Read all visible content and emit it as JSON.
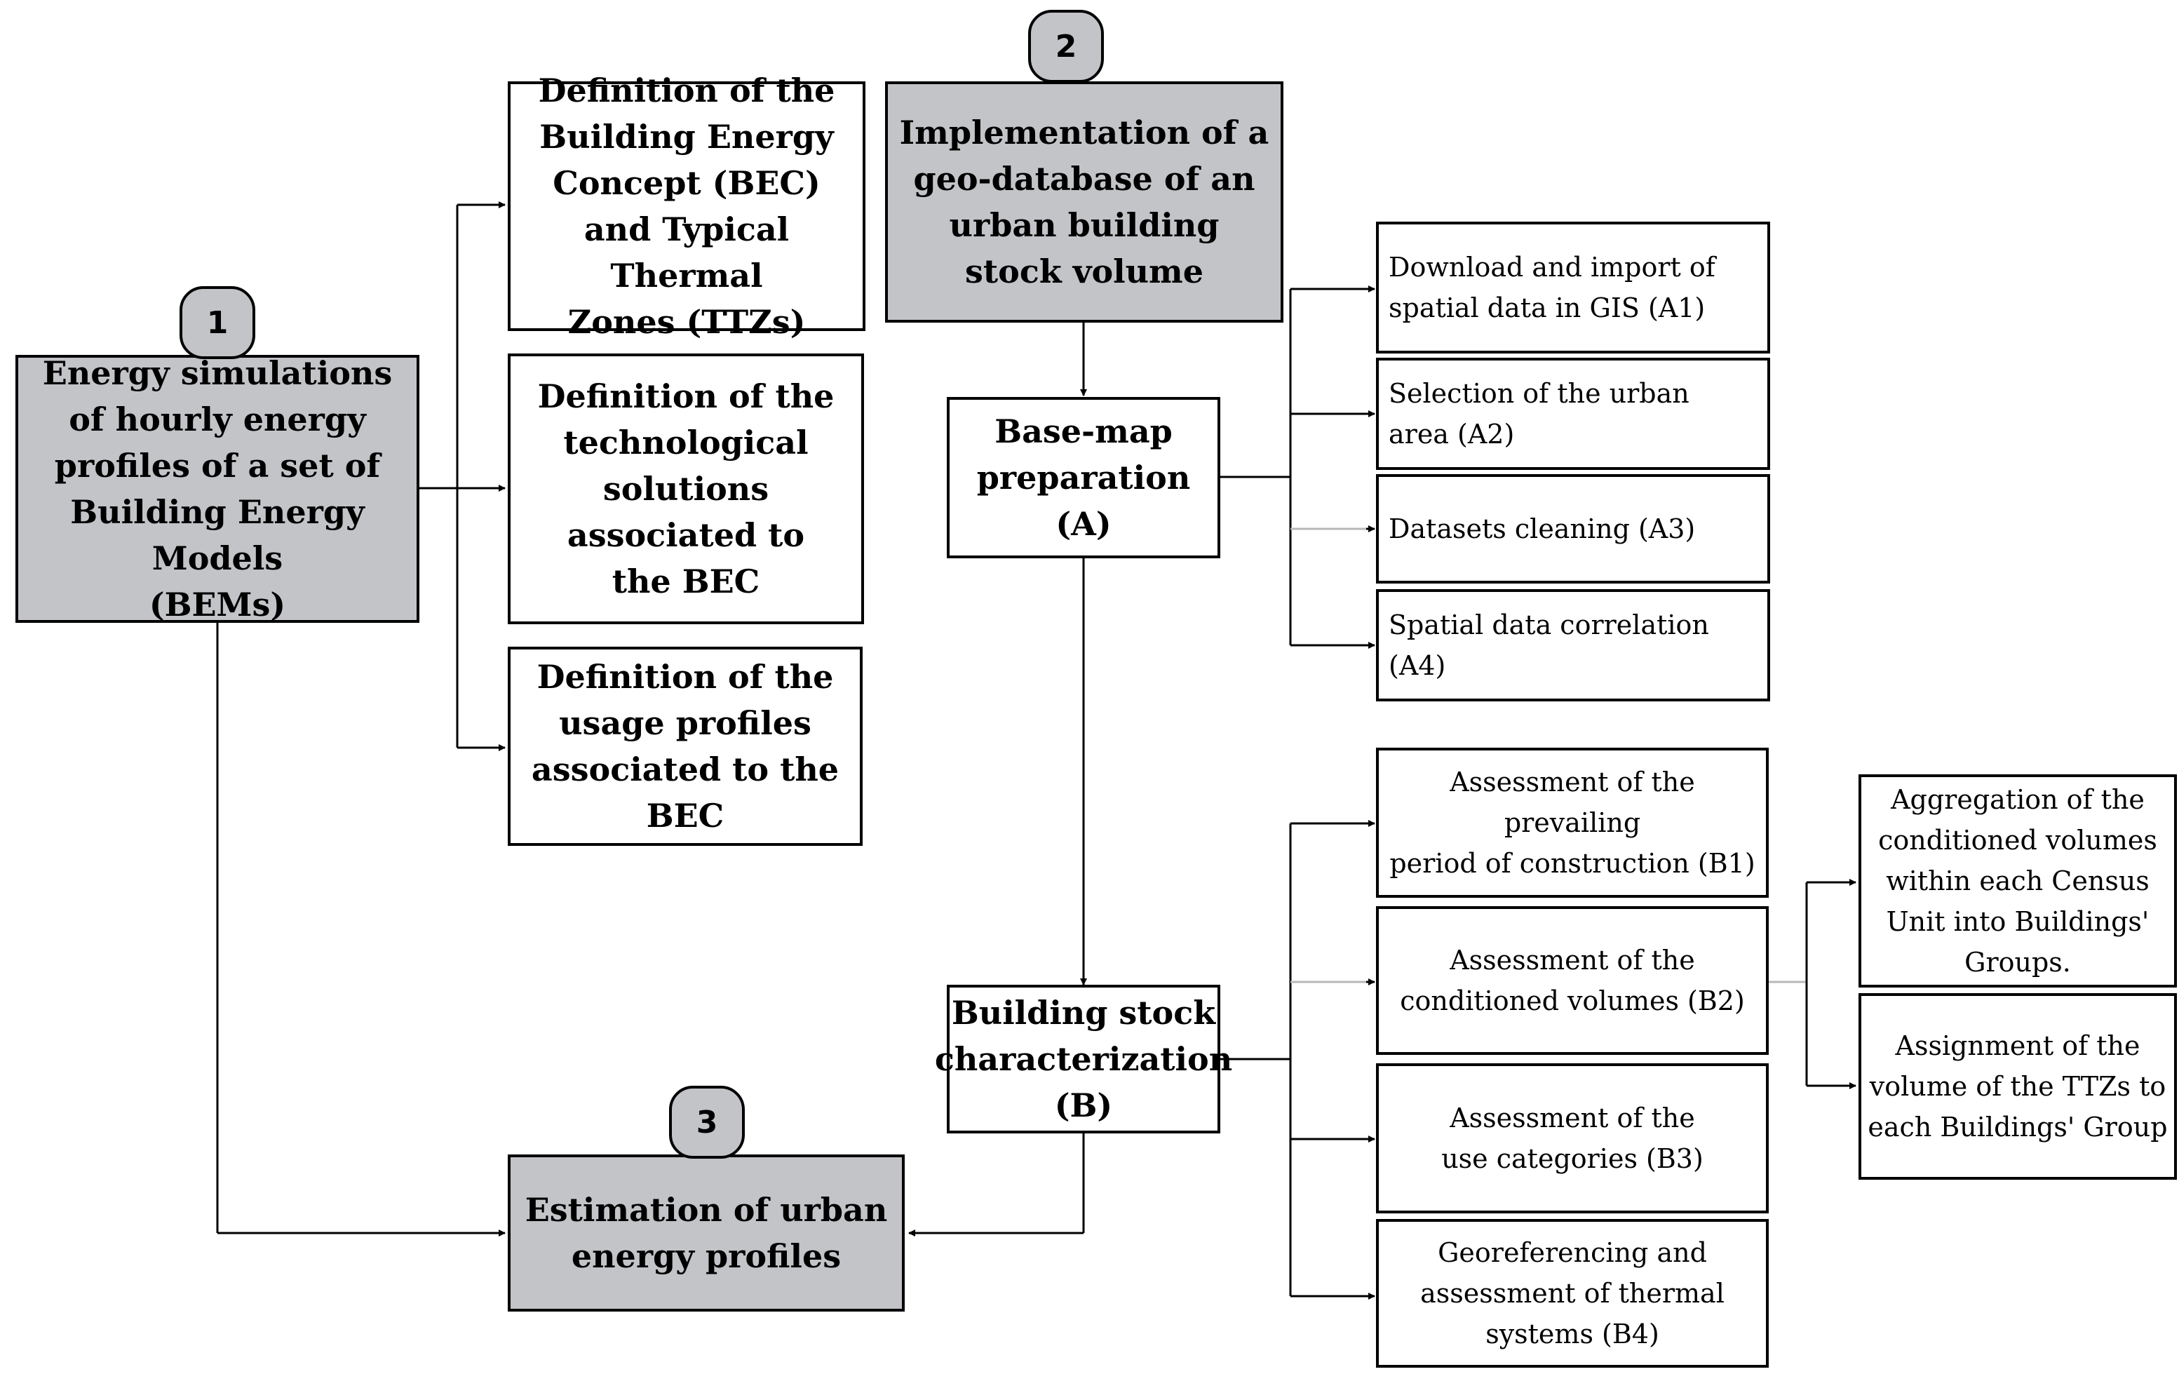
{
  "steps": {
    "s1": {
      "number": "1",
      "text": "Energy simulations\nof hourly energy\nprofiles of a set of\nBuilding Energy Models\n(BEMs)"
    },
    "s2": {
      "number": "2",
      "text": "Implementation of a\ngeo-database of an\nurban building\nstock volume"
    },
    "s3": {
      "number": "3",
      "text": "Estimation of urban\nenergy profiles"
    }
  },
  "definitions": {
    "bec": "Definition of the\nBuilding Energy\nConcept (BEC)\nand Typical Thermal\nZones (TTZs)",
    "tech": "Definition of the\ntechnological\nsolutions\nassociated to\nthe BEC",
    "usage": "Definition of the\nusage profiles\nassociated to the BEC"
  },
  "phases": {
    "a": "Base-map\npreparation\n(A)",
    "b": "Building stock\ncharacterization\n(B)"
  },
  "a_tasks": {
    "a1": "Download and import of\nspatial data in GIS (A1)",
    "a2": "Selection of the urban\narea (A2)",
    "a3": "Datasets cleaning (A3)",
    "a4": "Spatial data correlation (A4)"
  },
  "b_tasks": {
    "b1": "Assessment of the prevailing\nperiod of construction (B1)",
    "b2": "Assessment of the\nconditioned volumes (B2)",
    "b3": "Assessment of the\nuse categories (B3)",
    "b4": "Georeferencing and\nassessment of thermal\nsystems (B4)"
  },
  "b2_subtasks": {
    "aggregation": "Aggregation of the\nconditioned volumes\nwithin each Census\nUnit into Buildings'\nGroups.",
    "assignment": "Assignment of the\nvolume of the TTZs to\neach Buildings' Group"
  }
}
